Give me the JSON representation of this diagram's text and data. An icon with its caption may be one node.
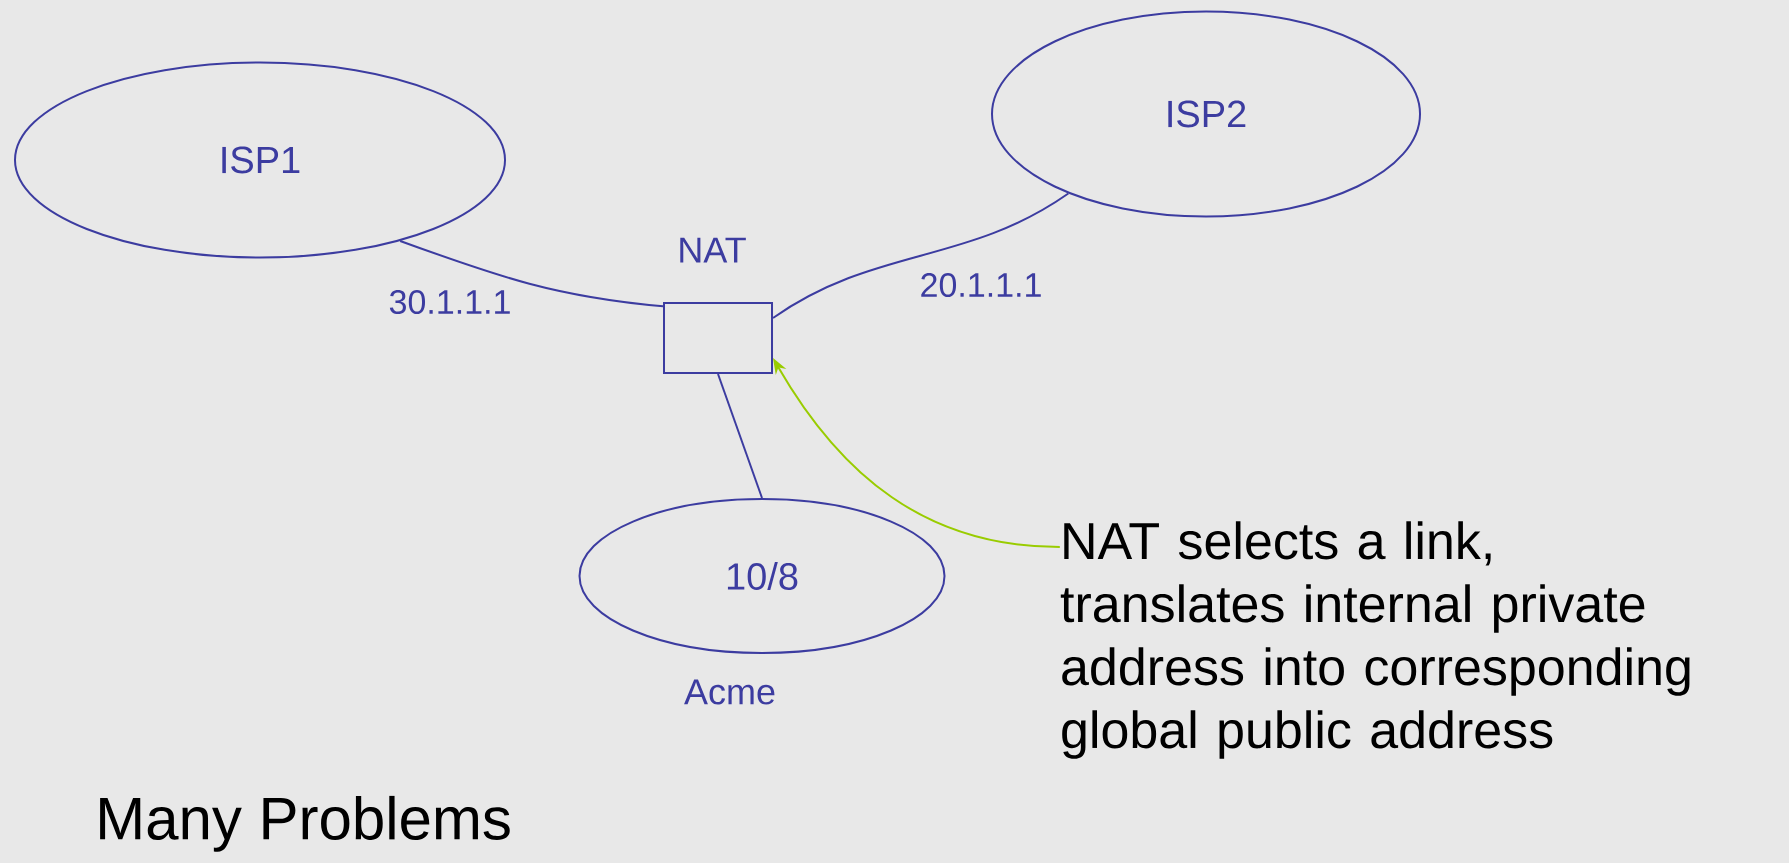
{
  "diagram": {
    "nodes": [
      {
        "text": [
          "ISP1"
        ]
      },
      {
        "text": [
          "ISP2"
        ]
      },
      {
        "text": [],
        "shape": "box",
        "beside": [
          "NAT"
        ]
      },
      {
        "text": [
          "10/8"
        ],
        "beside": [
          "Acme"
        ]
      },
      {
        "text": [
          "NAT selects a link, translates internal private address into corresponding global public address"
        ]
      }
    ],
    "edges": [
      {
        "from": 0,
        "to": 2,
        "arrow": "none",
        "label": "30.1.1.1"
      },
      {
        "from": 1,
        "to": 2,
        "arrow": "none",
        "label": "20.1.1.1"
      },
      {
        "from": 2,
        "to": 3,
        "arrow": "none"
      },
      {
        "from": 4,
        "to": 2,
        "arrow": "to",
        "color": "#99cc00"
      }
    ],
    "labels": [
      "Many Problems"
    ]
  }
}
